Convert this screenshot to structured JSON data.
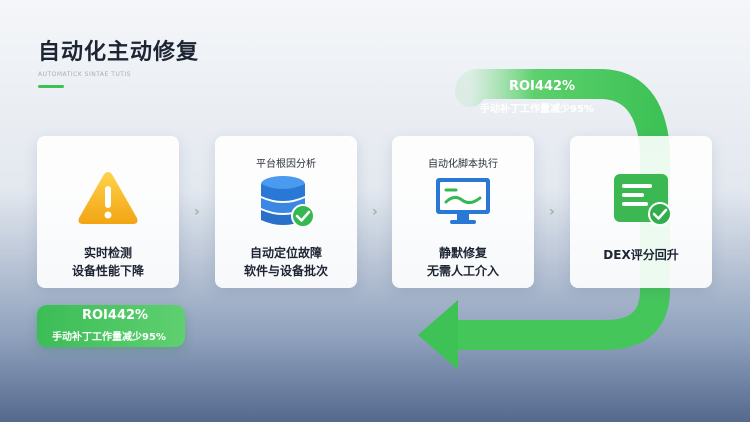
{
  "header": {
    "title": "自动化主动修复",
    "subtitle": "AUTOMATICK SINTAE TUTIS"
  },
  "colors": {
    "accent_green": "#3cc255",
    "warning_yellow": "#f5b21a",
    "stack_blue": "#2a78d6"
  },
  "steps": [
    {
      "top_label": "",
      "icon": "warning-icon",
      "lines": [
        "实时检测",
        "设备性能下降"
      ]
    },
    {
      "top_label": "平台根因分析",
      "icon": "database-check-icon",
      "lines": [
        "自动定位故障",
        "软件与设备批次"
      ]
    },
    {
      "top_label": "自动化脚本执行",
      "icon": "monitor-icon",
      "lines": [
        "静默修复",
        "无需人工介入"
      ]
    },
    {
      "top_label": "",
      "icon": "document-check-icon",
      "lines": [
        "DEX评分回升"
      ]
    }
  ],
  "roi_top": {
    "roi": "ROI442%",
    "desc": "手动补丁工作量减少95%"
  },
  "roi_bottom": {
    "roi": "ROI442%",
    "desc": "手动补丁工作量减少95%"
  }
}
